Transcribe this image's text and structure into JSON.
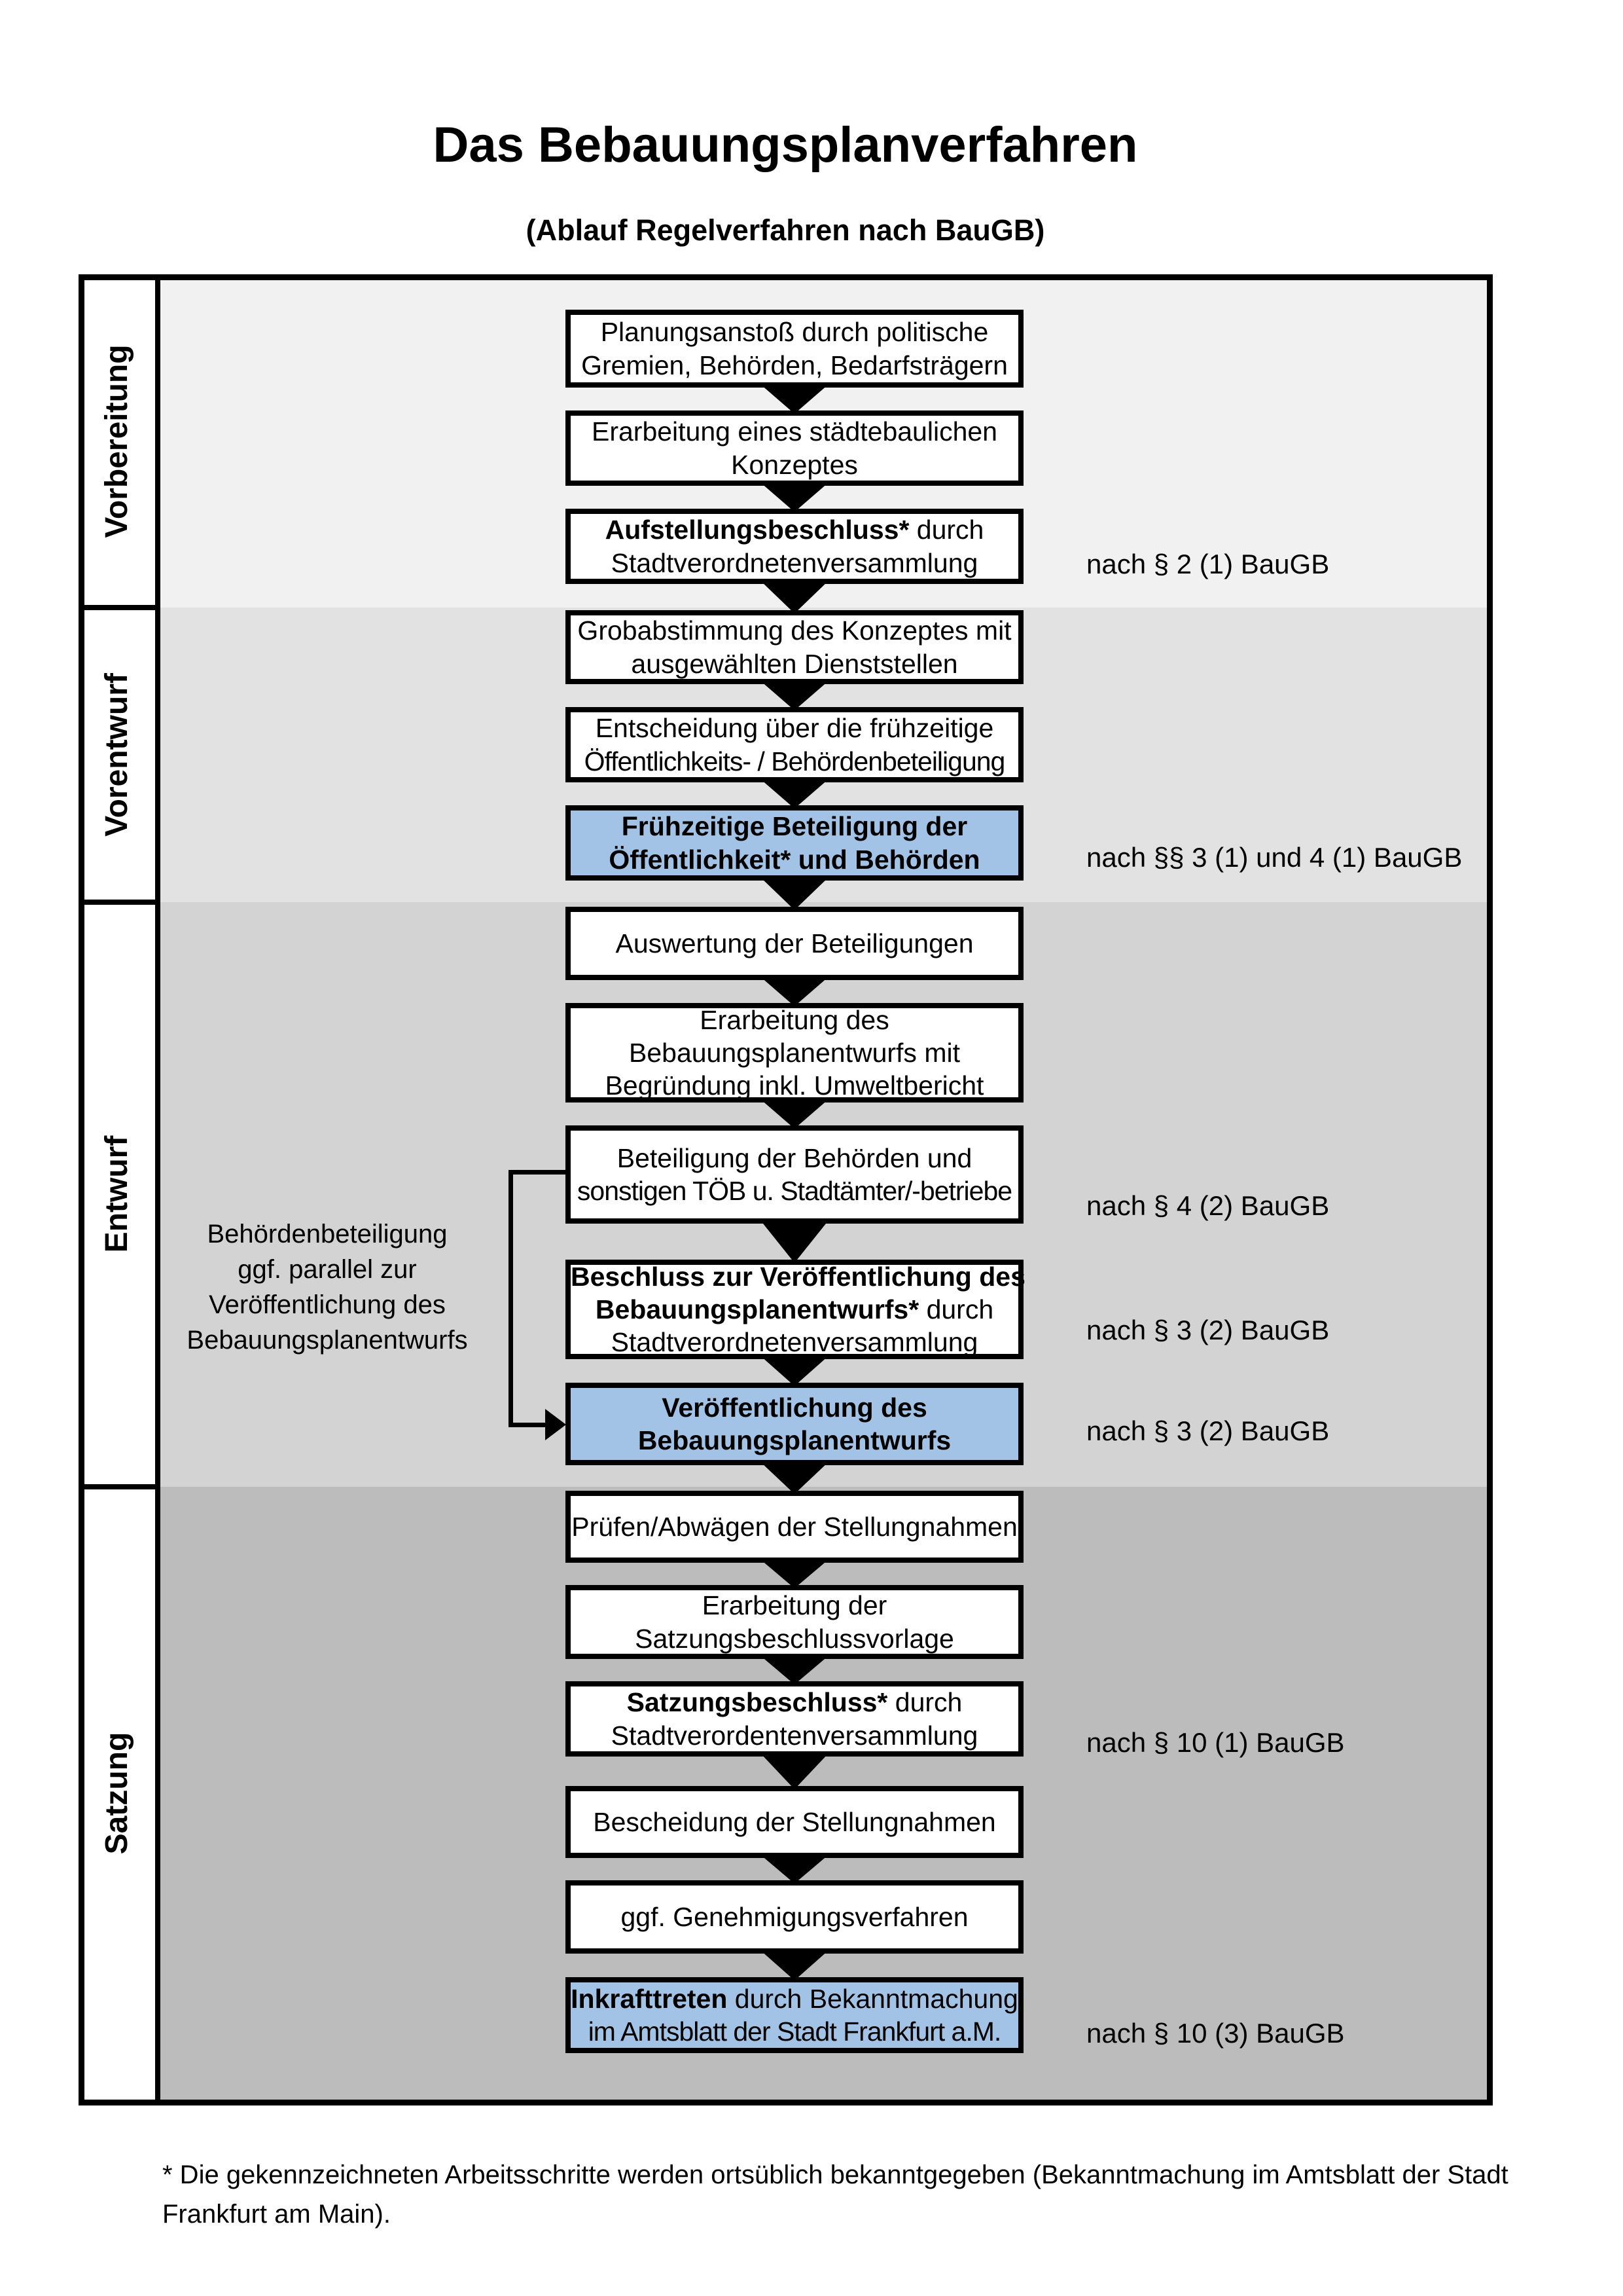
{
  "title": "Das Bebauungsplanverfahren",
  "subtitle": "(Ablauf Regelverfahren nach BauGB)",
  "phases": [
    {
      "label": "Vorbereitung"
    },
    {
      "label": "Vorentwurf"
    },
    {
      "label": "Entwurf"
    },
    {
      "label": "Satzung"
    }
  ],
  "steps": [
    {
      "bold": "",
      "rest": "Planungsanstoß durch politische Gremien, Behörden, Bedarfsträgern",
      "highlighted": false
    },
    {
      "bold": "",
      "rest": "Erarbeitung eines städtebaulichen Konzeptes",
      "highlighted": false
    },
    {
      "bold": "Aufstellungsbeschluss*",
      "rest": " durch Stadtverordnetenversammlung",
      "highlighted": false
    },
    {
      "bold": "",
      "rest": "Grobabstimmung des Konzeptes mit ausgewählten Dienststellen",
      "highlighted": false
    },
    {
      "line1": "Entscheidung über die frühzeitige",
      "line2": "Öffentlichkeits- / Behördenbeteiligung",
      "highlighted": false
    },
    {
      "bold": "Frühzeitige Beteiligung der Öffentlichkeit* und Behörden",
      "rest": "",
      "highlighted": true
    },
    {
      "bold": "",
      "rest": "Auswertung der Beteiligungen",
      "highlighted": false
    },
    {
      "bold": "",
      "rest": "Erarbeitung des Bebauungsplanentwurfs mit Begründung inkl. Umweltbericht",
      "highlighted": false
    },
    {
      "line1": "Beteiligung der Behörden und",
      "line2": "sonstigen TÖB u. Stadtämter/-betriebe",
      "highlighted": false
    },
    {
      "line1": "Beschluss zur Veröffentlichung des",
      "line2_bold": "Bebauungsplanentwurfs*",
      "line2_rest": " durch",
      "line3": "Stadtverordnetenversammlung",
      "highlighted": false
    },
    {
      "bold": "Veröffentlichung des Bebauungsplanentwurfs",
      "rest": "",
      "highlighted": true
    },
    {
      "bold": "",
      "rest": "Prüfen/Abwägen der Stellungnahmen",
      "highlighted": false
    },
    {
      "bold": "",
      "rest": "Erarbeitung der Satzungsbeschlussvorlage",
      "highlighted": false
    },
    {
      "bold": "Satzungsbeschluss*",
      "rest": " durch Stadtverordentenversammlung",
      "highlighted": false
    },
    {
      "bold": "",
      "rest": "Bescheidung der Stellungnahmen",
      "highlighted": false
    },
    {
      "bold": "",
      "rest": "ggf. Genehmigungsverfahren",
      "highlighted": false
    },
    {
      "line1_bold": "Inkrafttreten",
      "line1_rest": " durch Bekanntmachung",
      "line2": "im Amtsblatt der Stadt Frankfurt a.M.",
      "highlighted": true
    }
  ],
  "legal_refs": [
    "nach § 2 (1) BauGB",
    "nach §§ 3 (1) und 4 (1) BauGB",
    "nach § 4 (2) BauGB",
    "nach § 3 (2) BauGB",
    "nach § 3 (2) BauGB",
    "nach § 10 (1) BauGB",
    "nach § 10 (3) BauGB"
  ],
  "side_note": {
    "lines": [
      "Behördenbeteiligung",
      "ggf. parallel zur",
      "Veröffentlichung des",
      "Bebauungsplanentwurfs"
    ]
  },
  "footnote": {
    "lines": [
      "* Die gekennzeichneten Arbeitsschritte werden ortsüblich bekanntgegeben (Bekanntmachung im Amtsblatt  der Stadt",
      "Frankfurt am Main)."
    ]
  },
  "colors": {
    "highlight_box": "#a2c3e6",
    "band_vorbereitung": "#f1f1f1",
    "band_vorentwurf": "#e2e2e2",
    "band_entwurf": "#d3d3d3",
    "band_satzung": "#bcbcbc"
  }
}
